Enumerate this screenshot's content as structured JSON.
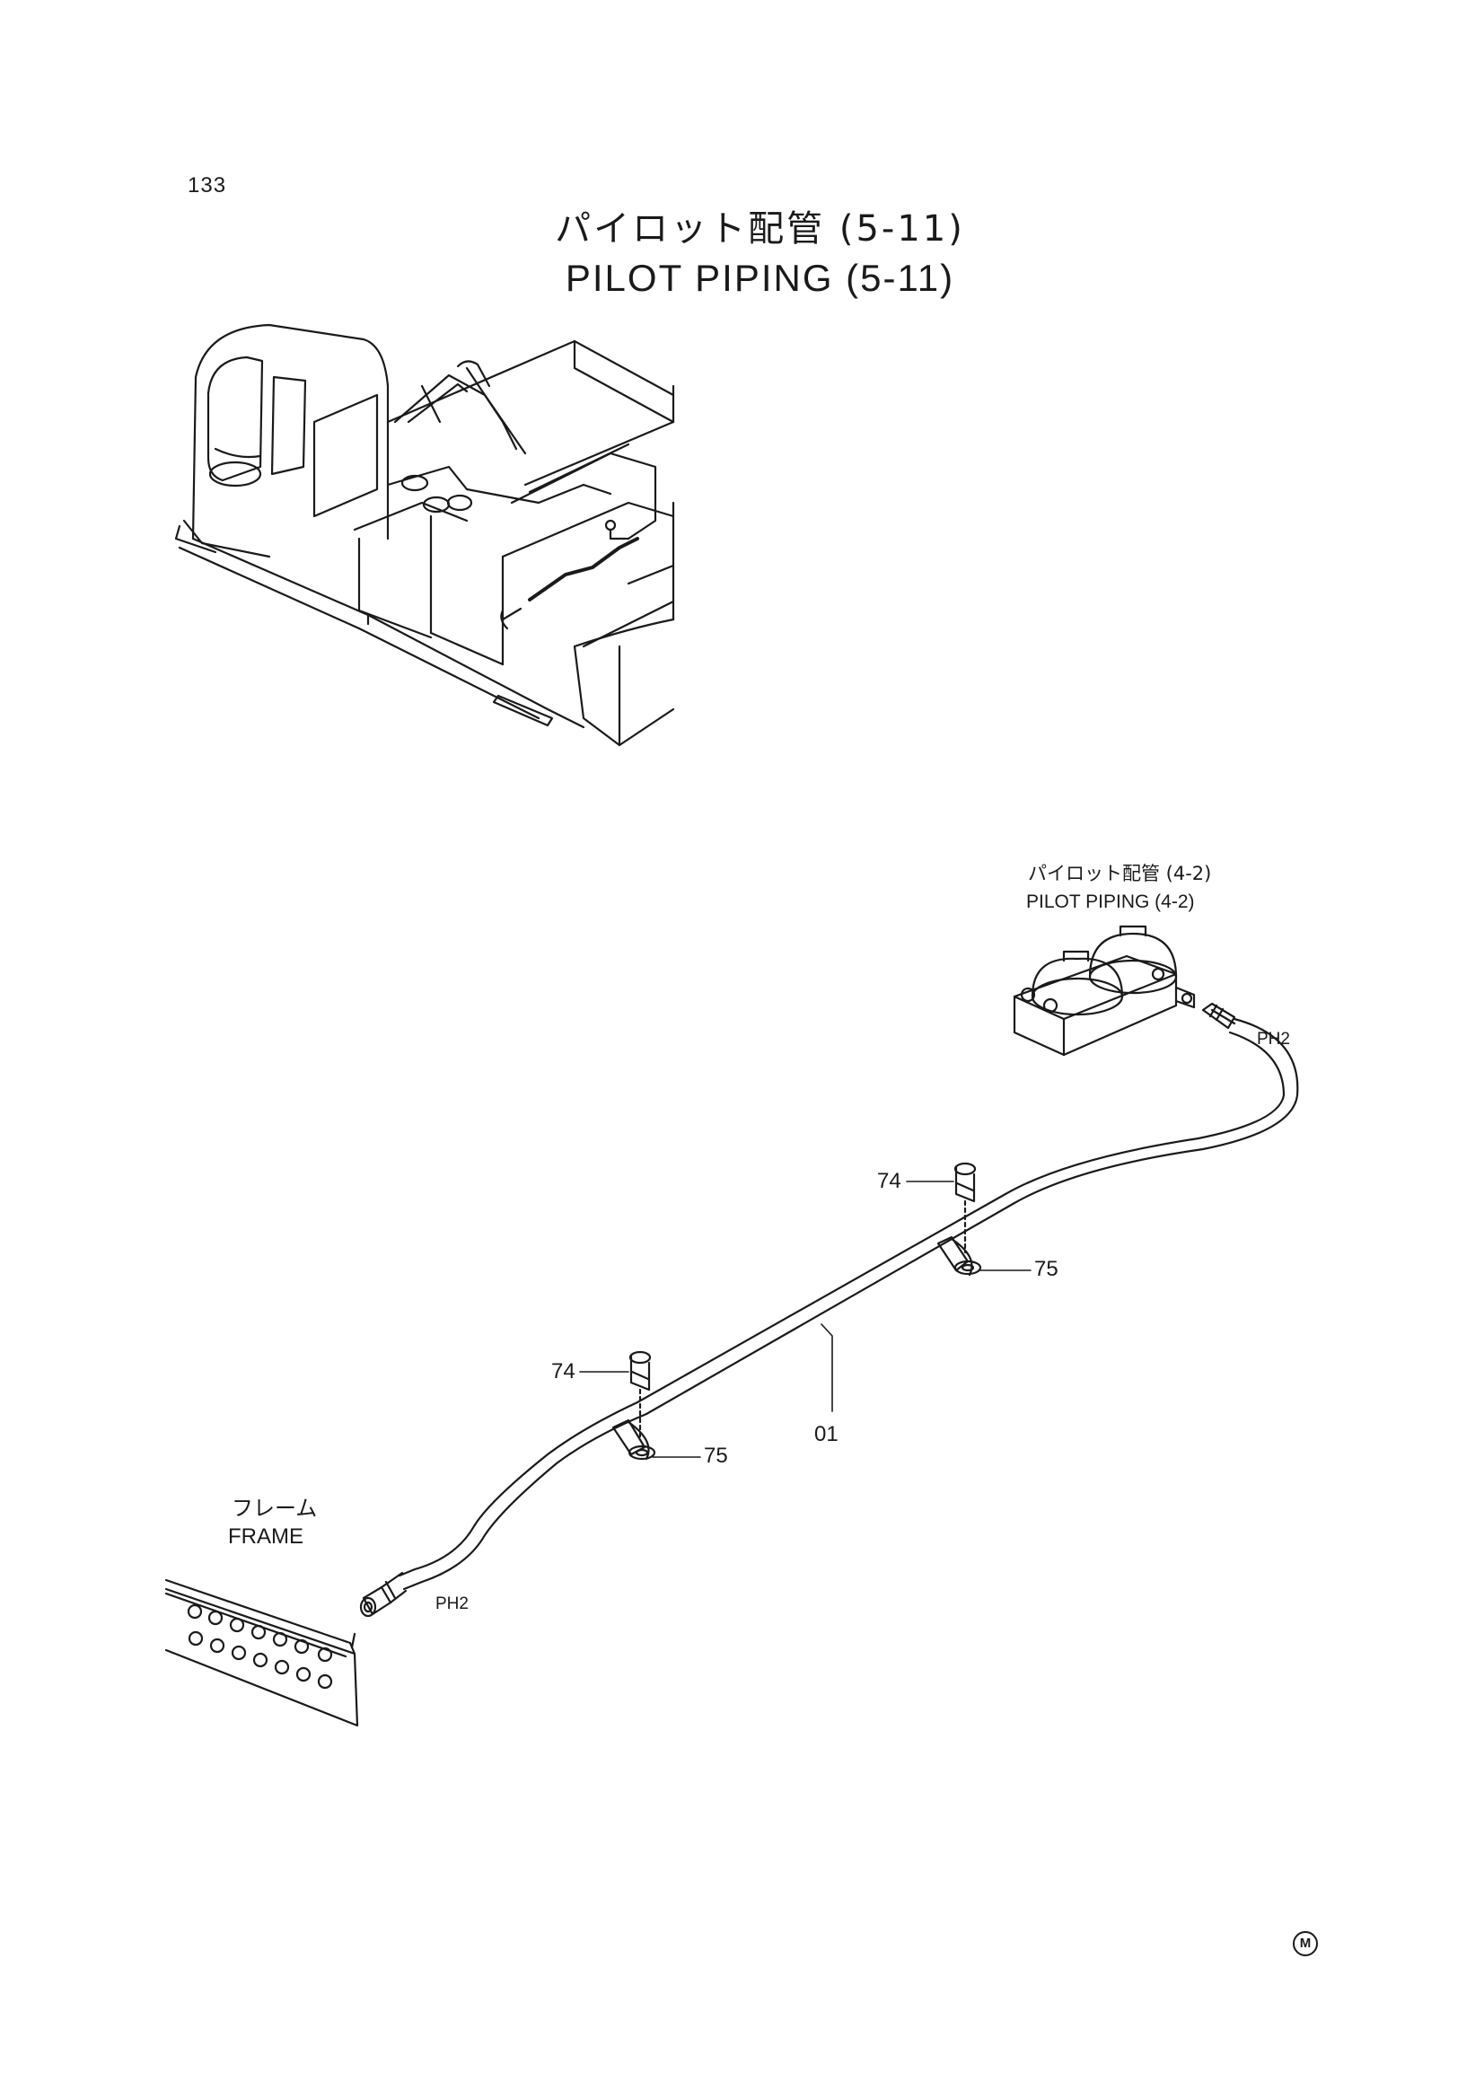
{
  "page": {
    "number": "133",
    "title_jp": "パイロット配管 (5-11)",
    "title_en": "PILOT PIPING (5-11)"
  },
  "callouts": {
    "ref_jp": "パイロット配管 (4-2)",
    "ref_en": "PILOT PIPING (4-2)",
    "frame_jp": "フレーム",
    "frame_en": "FRAME",
    "hose_end_right": "PH2",
    "hose_end_left": "PH2",
    "bolt_upper": "74",
    "bolt_lower": "74",
    "clamp_upper": "75",
    "clamp_lower": "75",
    "hose_part": "01"
  },
  "mark": "M"
}
